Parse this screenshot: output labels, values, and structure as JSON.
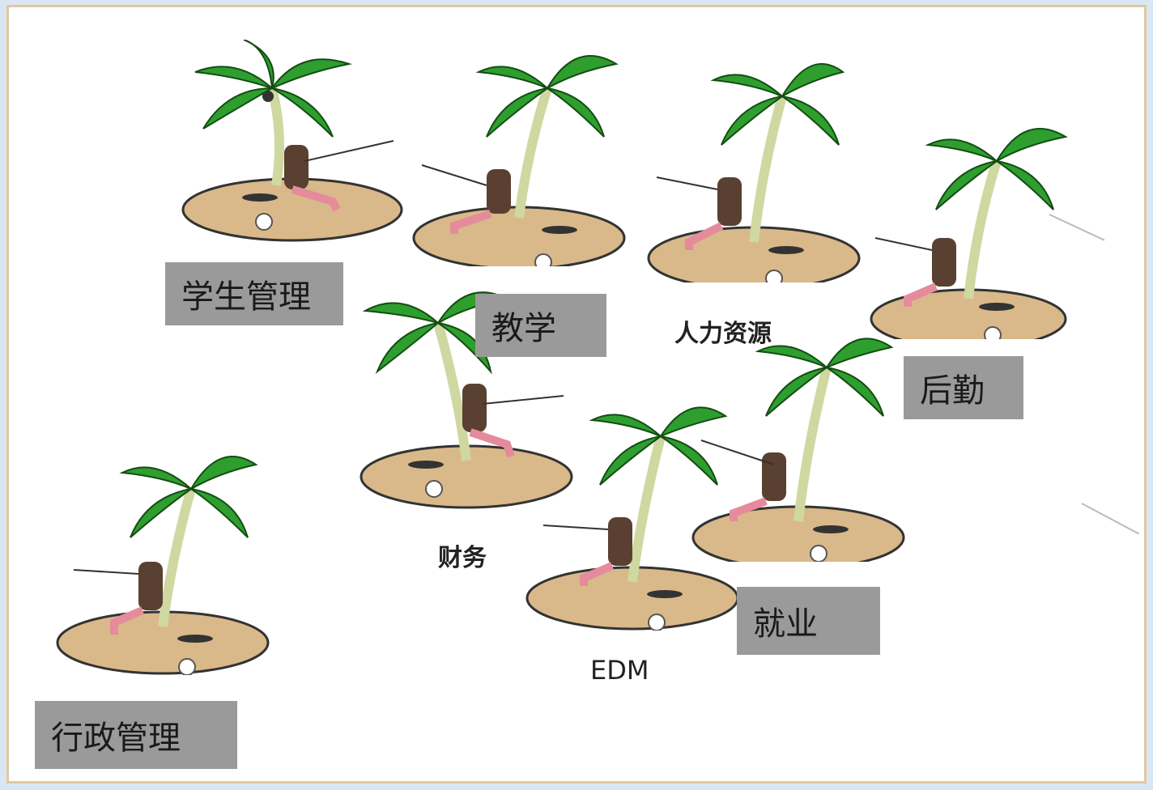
{
  "labels": {
    "student_management": "学生管理",
    "teaching": "教学",
    "human_resources": "人力资源",
    "logistics": "后勤",
    "finance": "财务",
    "employment": "就业",
    "edm": "EDM",
    "administration": "行政管理"
  },
  "colors": {
    "sand": "#d9b98a",
    "leaf": "#2e9e2e",
    "label_bg": "#9a9a9a",
    "frame": "#e0c9a0"
  },
  "icons": {
    "island": "palm-island-fisher-icon"
  }
}
